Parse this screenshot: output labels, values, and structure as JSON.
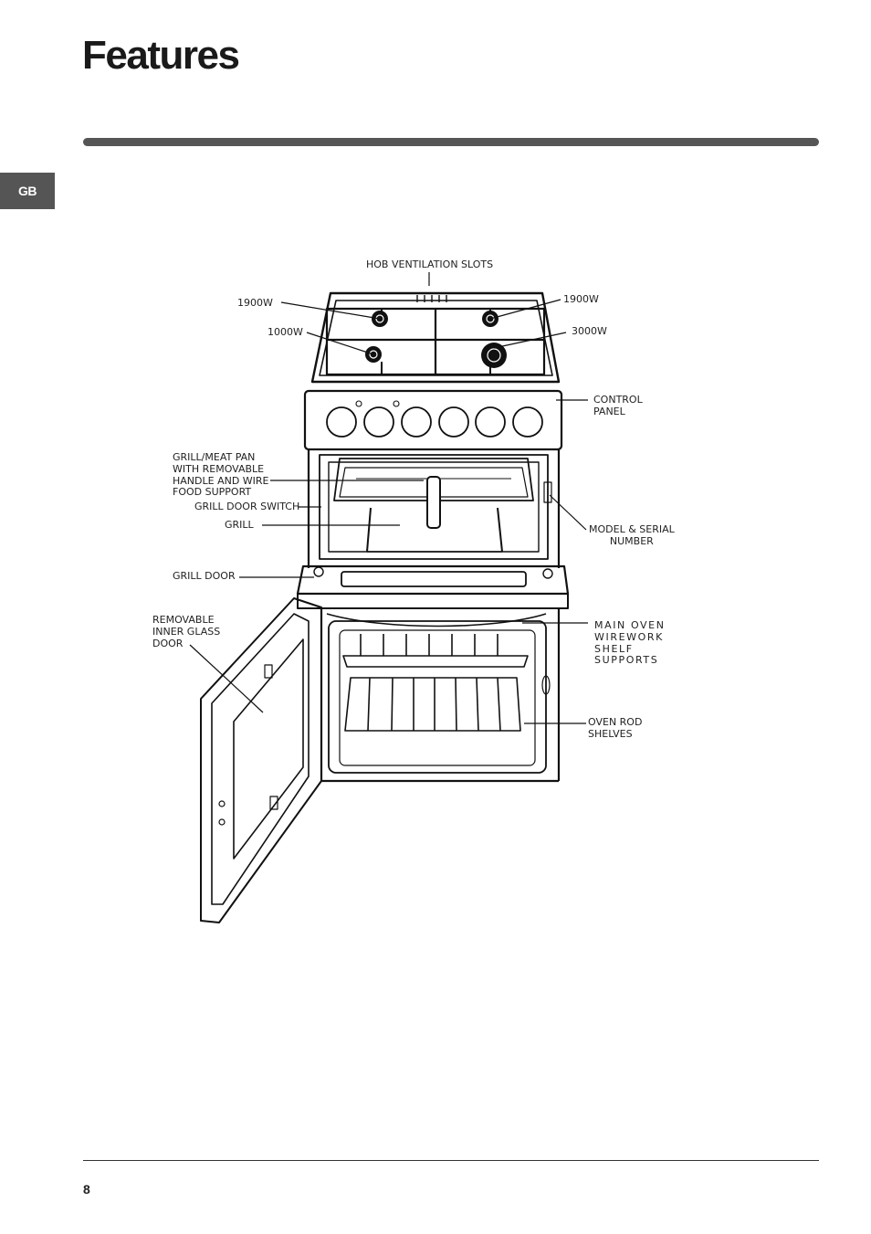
{
  "header": {
    "title": "Features"
  },
  "sidebar": {
    "language_tab": "GB"
  },
  "labels": {
    "hob_ventilation": "HOB VENTILATION SLOTS",
    "burner_top_left": "1900W",
    "burner_bottom_left": "1000W",
    "burner_top_right": "1900W",
    "burner_bottom_right": "3000W",
    "control_panel": "CONTROL\nPANEL",
    "grill_pan": "GRILL/MEAT PAN\nWITH REMOVABLE\nHANDLE AND WIRE\nFOOD SUPPORT",
    "grill_door_switch": "GRILL DOOR SWITCH",
    "grill": "GRILL",
    "model_serial": "MODEL & SERIAL\nNUMBER",
    "grill_door": "GRILL DOOR",
    "inner_glass": "REMOVABLE\nINNER GLASS\nDOOR",
    "shelf_supports": "MAIN OVEN\nWIREWORK\nSHELF\nSUPPORTS",
    "rod_shelves": "OVEN ROD\nSHELVES"
  },
  "footer": {
    "page_number": "8"
  }
}
